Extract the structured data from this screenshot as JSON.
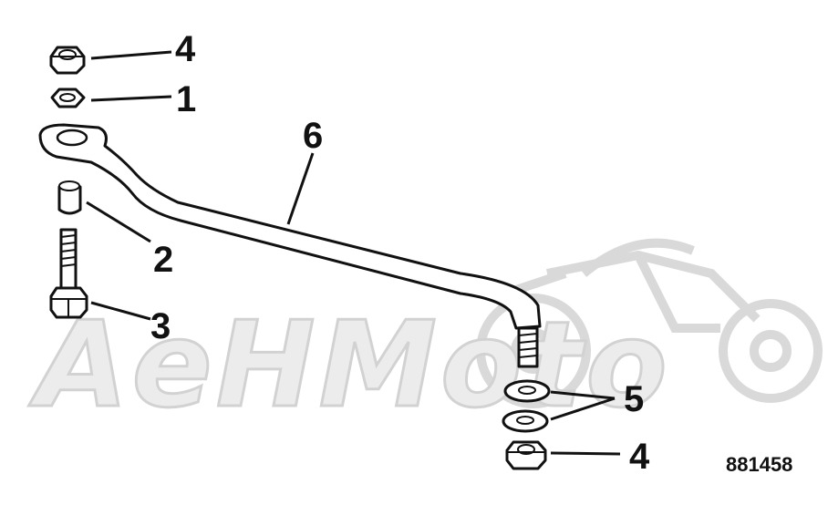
{
  "callouts": {
    "nut_top": "4",
    "washer_top": "1",
    "bushing": "2",
    "bolt": "3",
    "washers_bottom": "5",
    "nut_bottom": "4",
    "tie_rod": "6"
  },
  "figure_code": "881458",
  "watermark": {
    "text": "AeHMoto"
  },
  "colors": {
    "ink": "#111111",
    "watermark_fill": "#ececec",
    "watermark_stroke": "#d2d2d2",
    "background": "#ffffff"
  }
}
